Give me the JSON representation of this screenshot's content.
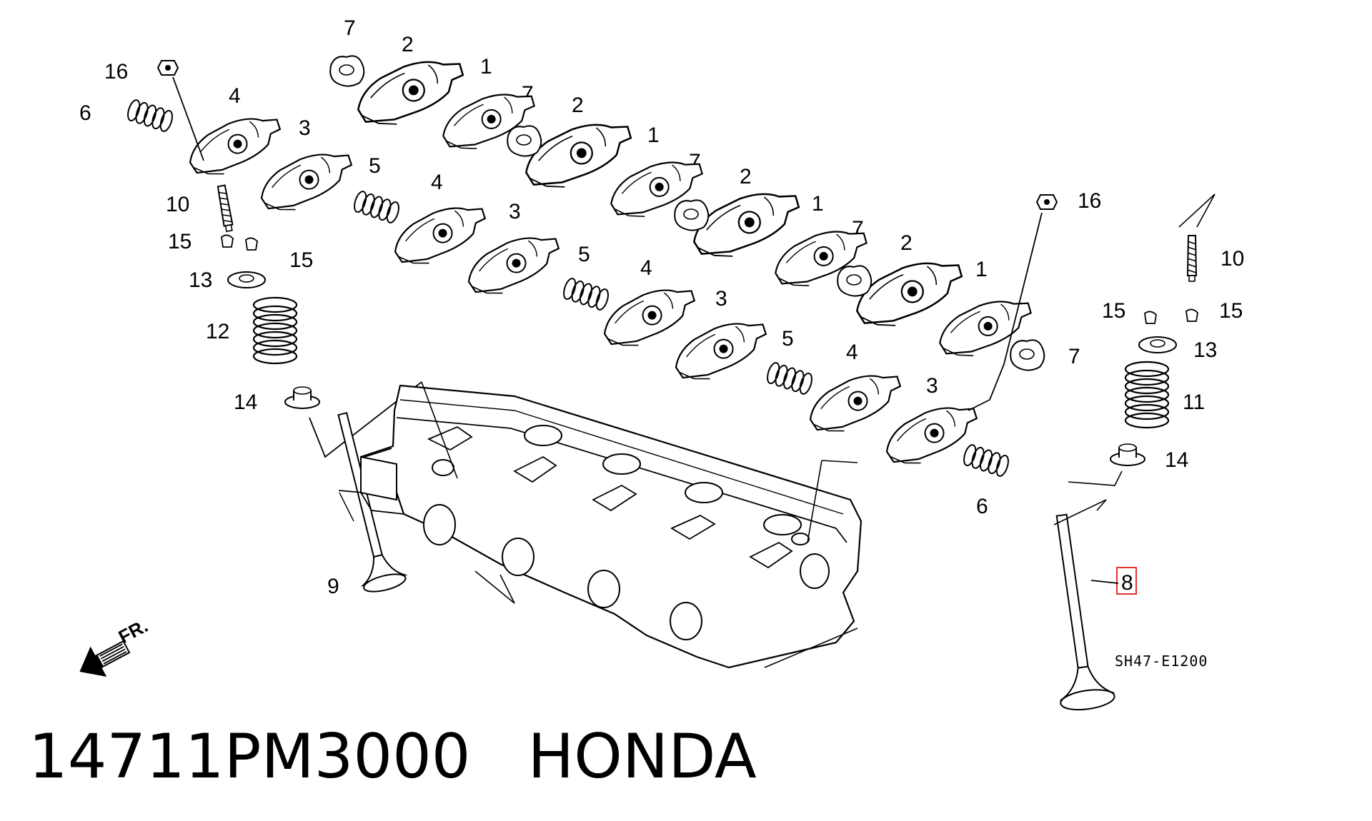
{
  "diagram": {
    "callouts": [
      {
        "id": "c7a",
        "label": "7"
      },
      {
        "id": "c2a",
        "label": "2"
      },
      {
        "id": "c1a",
        "label": "1"
      },
      {
        "id": "c7b",
        "label": "7"
      },
      {
        "id": "c2b",
        "label": "2"
      },
      {
        "id": "c1b",
        "label": "1"
      },
      {
        "id": "c7c",
        "label": "7"
      },
      {
        "id": "c2c",
        "label": "2"
      },
      {
        "id": "c1c",
        "label": "1"
      },
      {
        "id": "c7d",
        "label": "7"
      },
      {
        "id": "c2d",
        "label": "2"
      },
      {
        "id": "c1d",
        "label": "1"
      },
      {
        "id": "c7e",
        "label": "7"
      },
      {
        "id": "c16a",
        "label": "16"
      },
      {
        "id": "c6a",
        "label": "6"
      },
      {
        "id": "c4a",
        "label": "4"
      },
      {
        "id": "c3a",
        "label": "3"
      },
      {
        "id": "c5a",
        "label": "5"
      },
      {
        "id": "c4b",
        "label": "4"
      },
      {
        "id": "c3b",
        "label": "3"
      },
      {
        "id": "c5b",
        "label": "5"
      },
      {
        "id": "c4c",
        "label": "4"
      },
      {
        "id": "c3c",
        "label": "3"
      },
      {
        "id": "c5c",
        "label": "5"
      },
      {
        "id": "c4d",
        "label": "4"
      },
      {
        "id": "c3d",
        "label": "3"
      },
      {
        "id": "c6b",
        "label": "6"
      },
      {
        "id": "c10a",
        "label": "10"
      },
      {
        "id": "c15a",
        "label": "15"
      },
      {
        "id": "c15b",
        "label": "15"
      },
      {
        "id": "c13a",
        "label": "13"
      },
      {
        "id": "c12",
        "label": "12"
      },
      {
        "id": "c14a",
        "label": "14"
      },
      {
        "id": "c9",
        "label": "9"
      },
      {
        "id": "c16b",
        "label": "16"
      },
      {
        "id": "c10b",
        "label": "10"
      },
      {
        "id": "c15c",
        "label": "15"
      },
      {
        "id": "c15d",
        "label": "15"
      },
      {
        "id": "c13b",
        "label": "13"
      },
      {
        "id": "c11",
        "label": "11"
      },
      {
        "id": "c14b",
        "label": "14"
      },
      {
        "id": "c8",
        "label": "8"
      }
    ],
    "front_marker": "FR.",
    "reference_code": "SH47-E1200",
    "highlight_color": "#e0322e"
  },
  "part": {
    "number": "14711PM3000",
    "brand": "HONDA"
  }
}
